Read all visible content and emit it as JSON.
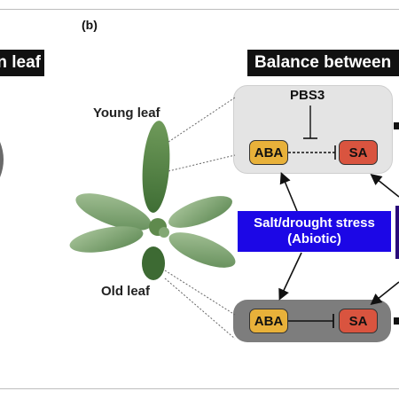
{
  "panel_label": "(b)",
  "left_header_fragment": "n leaf",
  "right_header": "Balance between",
  "labels": {
    "young_leaf": "Young leaf",
    "old_leaf": "Old leaf",
    "pbs3": "PBS3",
    "aba": "ABA",
    "sa": "SA"
  },
  "stress": {
    "line1": "Salt/drought stress",
    "line2": "(Abiotic)"
  },
  "colors": {
    "aba": "#e8b13a",
    "sa": "#d9543f",
    "stress_box": "#1c07e6",
    "top_box": "#e4e4e4",
    "bottom_box": "#7d7d7d",
    "header_bar": "#111111"
  }
}
